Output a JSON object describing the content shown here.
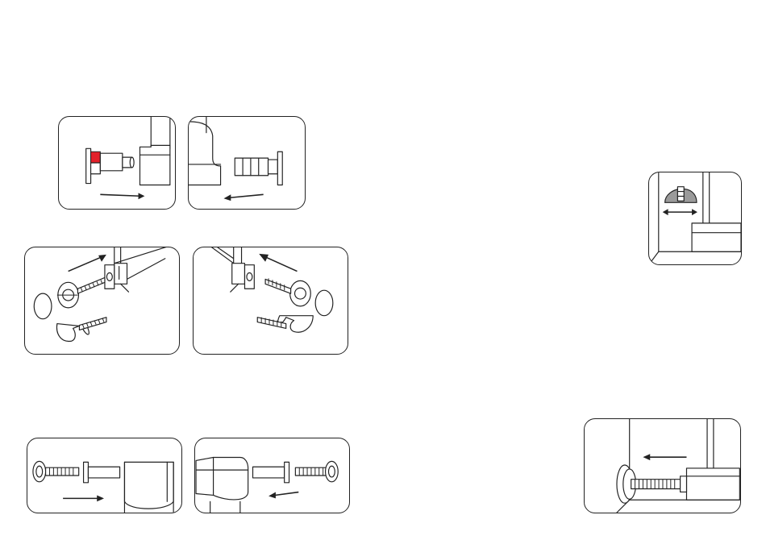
{
  "figure": {
    "panels": [
      {
        "id": "p1",
        "name": "pin-insert-right"
      },
      {
        "id": "p2",
        "name": "pin-insert-left"
      },
      {
        "id": "p3",
        "name": "bolt-attach-left-frame"
      },
      {
        "id": "p4",
        "name": "bolt-attach-right-frame"
      },
      {
        "id": "p5",
        "name": "sleeve-bolt-left"
      },
      {
        "id": "p6",
        "name": "sleeve-bolt-right"
      },
      {
        "id": "p7",
        "name": "latch-adjust-detail"
      },
      {
        "id": "p8",
        "name": "wall-cup-bolt-detail"
      }
    ],
    "colors": {
      "line": "#222222",
      "accent_red": "#e3202a",
      "latch_gray": "#9a9a9a"
    }
  }
}
